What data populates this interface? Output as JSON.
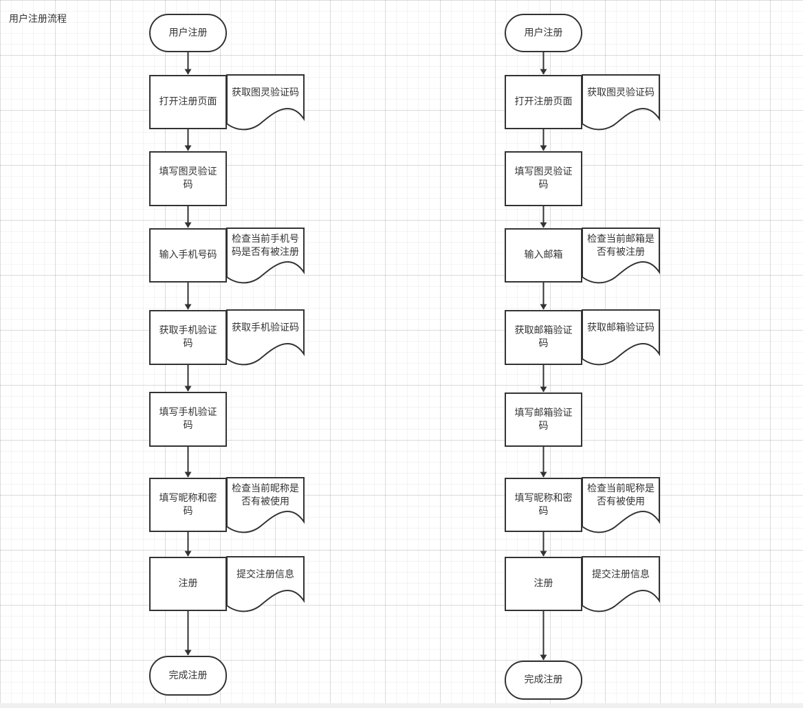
{
  "diagram": {
    "title": "用户注册流程",
    "phone_flow": {
      "steps": [
        "用户注册",
        "打开注册页面",
        "填写图灵验证码",
        "输入手机号码",
        "获取手机验证码",
        "填写手机验证码",
        "填写昵称和密码",
        "注册",
        "完成注册"
      ],
      "notes": [
        "获取图灵验证码",
        "检查当前手机号码是否有被注册",
        "获取手机验证码",
        "检查当前昵称是否有被使用",
        "提交注册信息"
      ]
    },
    "email_flow": {
      "steps": [
        "用户注册",
        "打开注册页面",
        "填写图灵验证码",
        "输入邮箱",
        "获取邮箱验证码",
        "填写邮箱验证码",
        "填写昵称和密码",
        "注册",
        "完成注册"
      ],
      "notes": [
        "获取图灵验证码",
        "检查当前邮箱是否有被注册",
        "获取邮箱验证码",
        "检查当前昵称是否有被使用",
        "提交注册信息"
      ]
    },
    "colors": {
      "stroke": "#323232",
      "text": "#333333",
      "fill": "#ffffff"
    }
  }
}
